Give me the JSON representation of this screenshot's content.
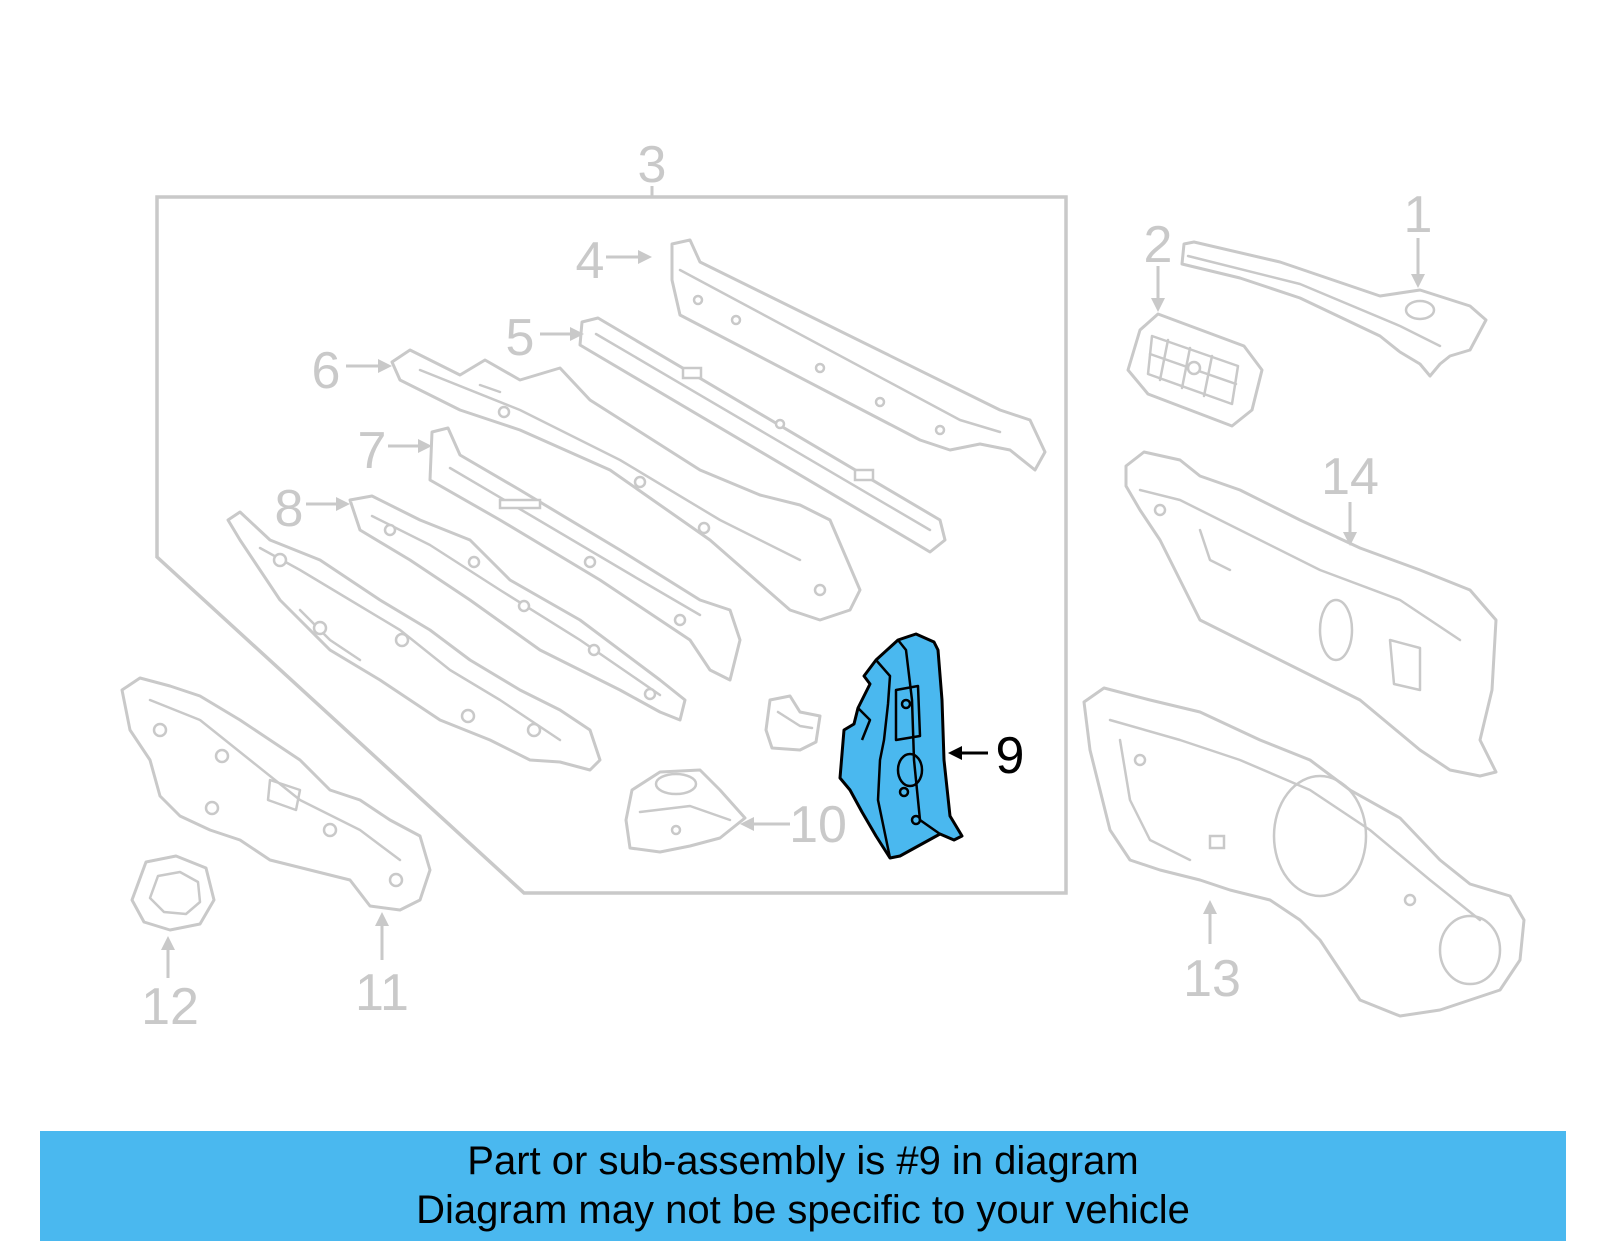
{
  "diagram": {
    "highlight_color": "#4ab8ef",
    "highlighted_part": "9",
    "callouts": {
      "c1": "1",
      "c2": "2",
      "c3": "3",
      "c4": "4",
      "c5": "5",
      "c6": "6",
      "c7": "7",
      "c8": "8",
      "c9": "9",
      "c10": "10",
      "c11": "11",
      "c12": "12",
      "c13": "13",
      "c14": "14"
    }
  },
  "banner": {
    "line1": "Part or sub-assembly is #9 in diagram",
    "line2": "Diagram may not be specific to your vehicle",
    "background": "#4ab8ef"
  }
}
